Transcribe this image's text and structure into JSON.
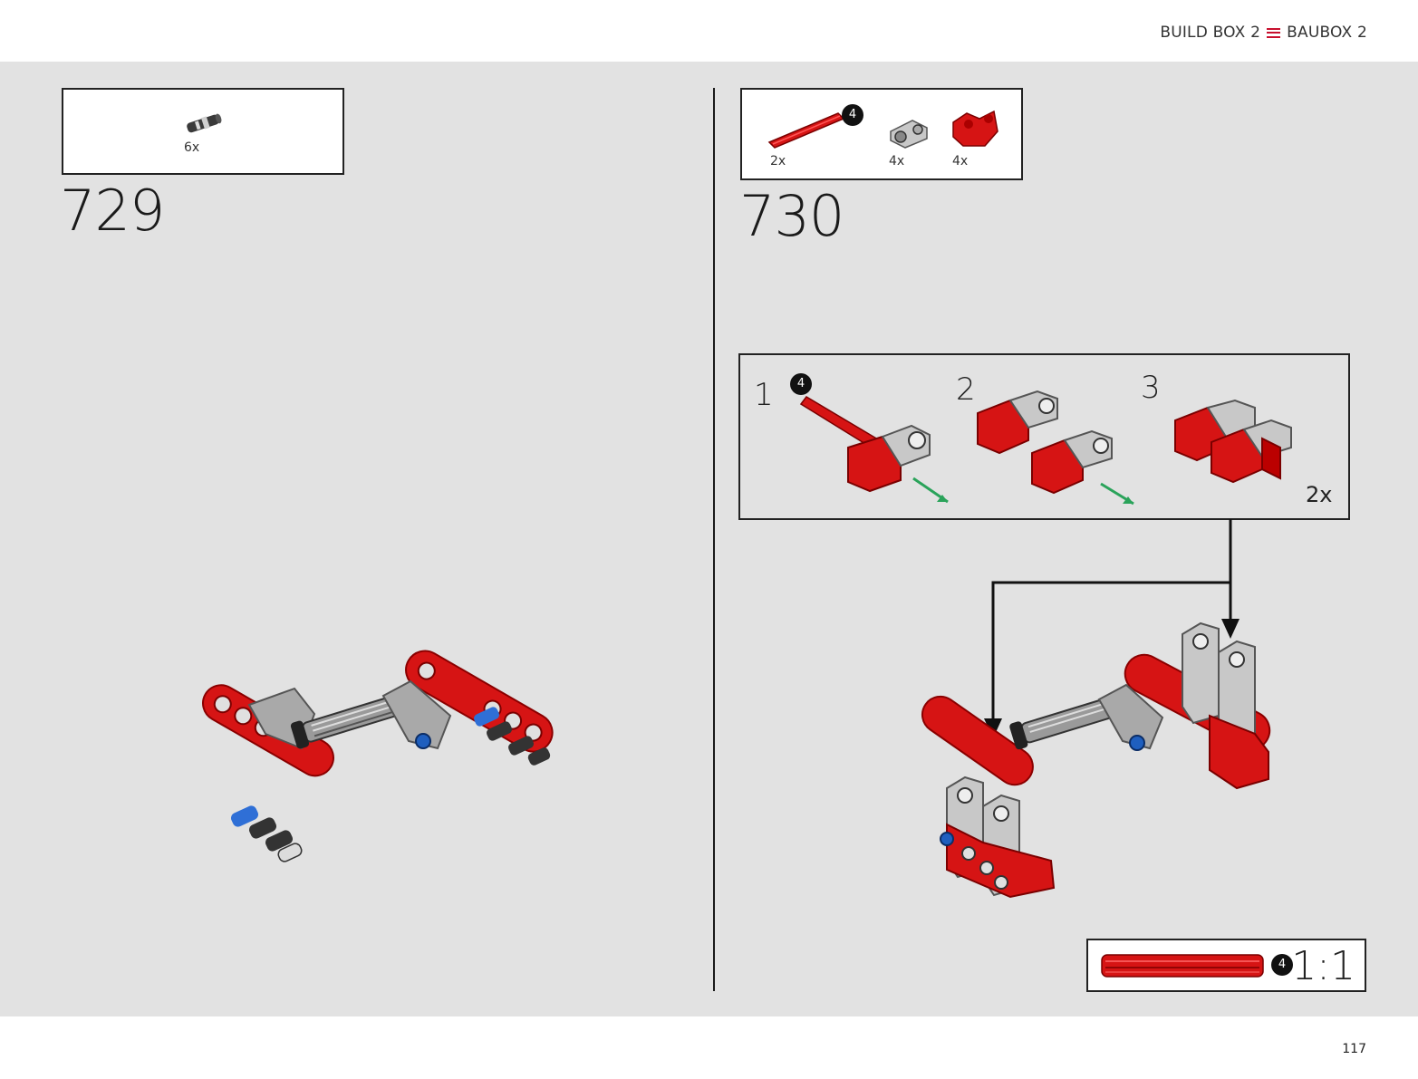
{
  "header": {
    "title_left": "BUILD BOX 2",
    "title_right": "BAUBOX 2",
    "accent_color": "#c8102e"
  },
  "steps": [
    {
      "number": "729",
      "parts": [
        {
          "name": "pin-connector-icon",
          "qty": "6x"
        }
      ]
    },
    {
      "number": "730",
      "parts": [
        {
          "name": "red-axle-icon",
          "qty": "2x",
          "badge": "4"
        },
        {
          "name": "gray-connector-icon",
          "qty": "4x"
        },
        {
          "name": "red-beam-icon",
          "qty": "4x"
        }
      ],
      "substeps": {
        "items": [
          {
            "number": "1",
            "badge": "4"
          },
          {
            "number": "2"
          },
          {
            "number": "3"
          }
        ],
        "quantity": "2x"
      },
      "scale": {
        "badge": "4",
        "label": "1:1"
      }
    }
  ],
  "page_number": "117"
}
